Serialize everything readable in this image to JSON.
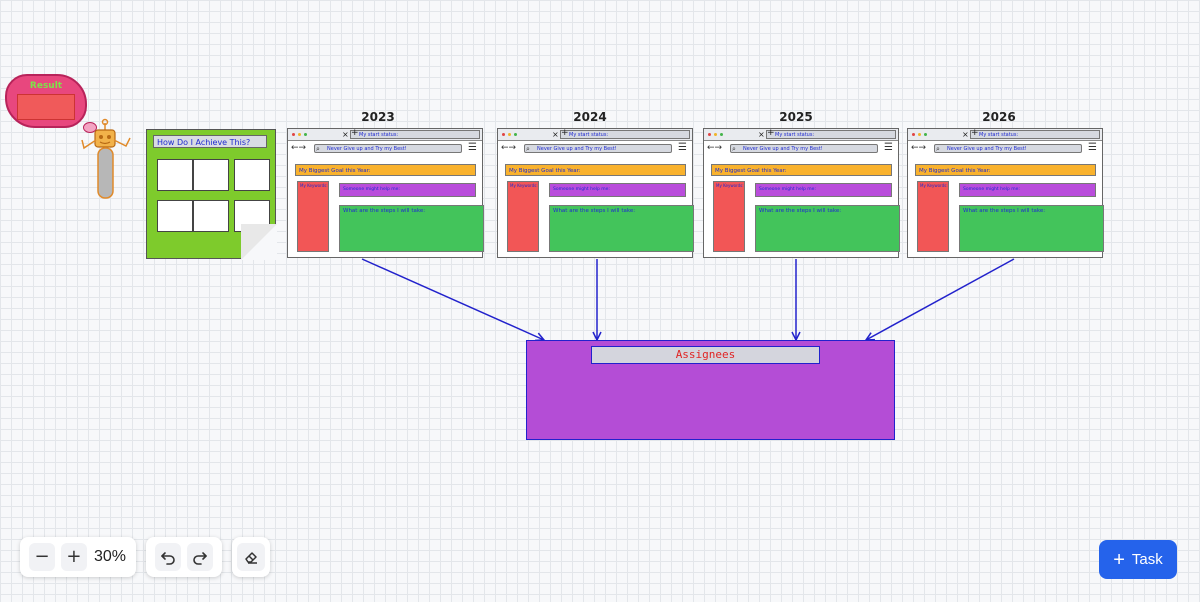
{
  "result_bubble": {
    "title": "Result"
  },
  "sticky_note": {
    "title": "How Do I Achieve This?"
  },
  "browsers": [
    {
      "year": "2023",
      "tab_title": "My start status:",
      "address": "Never Give up and Try my Best!",
      "goal_label": "My Biggest Goal this Year:",
      "keywords_label": "My Keywords:",
      "helper_label": "Someone might help me:",
      "steps_label": "What are the steps I will take:"
    },
    {
      "year": "2024",
      "tab_title": "My start status:",
      "address": "Never Give up and Try my Best!",
      "goal_label": "My Biggest Goal this Year:",
      "keywords_label": "My Keywords:",
      "helper_label": "Someone might help me:",
      "steps_label": "What are the steps I will take:"
    },
    {
      "year": "2025",
      "tab_title": "My start status:",
      "address": "Never Give up and Try my Best!",
      "goal_label": "My Biggest Goal this Year:",
      "keywords_label": "My Keywords:",
      "helper_label": "Someone might help me:",
      "steps_label": "What are the steps I will take:"
    },
    {
      "year": "2026",
      "tab_title": "My start status:",
      "address": "Never Give up and Try my Best!",
      "goal_label": "My Biggest Goal this Year:",
      "keywords_label": "My Keywords:",
      "helper_label": "Someone might help me:",
      "steps_label": "What are the steps I will take:"
    }
  ],
  "assignees": {
    "label": "Assignees"
  },
  "toolbar": {
    "zoom_out_icon": "minus-icon",
    "zoom_in_icon": "plus-icon",
    "zoom_level": "30%",
    "undo_icon": "undo-icon",
    "redo_icon": "redo-icon",
    "eraser_icon": "eraser-icon"
  },
  "task_button": {
    "label": "Task",
    "icon": "plus-icon",
    "color": "#2563eb"
  },
  "colors": {
    "goal": "#f9b22d",
    "keywords": "#f25656",
    "helper": "#b94ddb",
    "steps": "#43c45b",
    "assignees_fill": "#b44dd6",
    "arrow": "#2222cc",
    "sticky_note": "#7ecb2c"
  }
}
